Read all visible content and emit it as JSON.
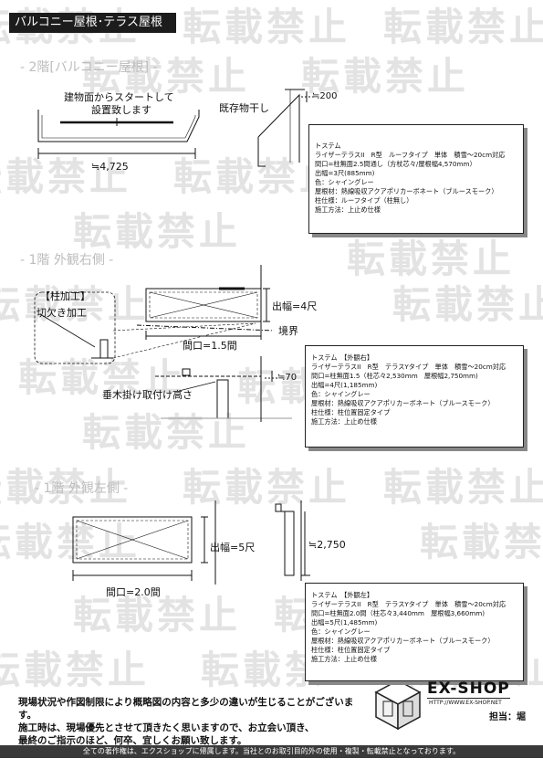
{
  "page_title": "バルコニー屋根･テラス屋根",
  "watermark_text": "転載禁止",
  "section_2f": {
    "label": "- 2階[バルコニー屋根] -",
    "note_line1": "建物面からスタートして",
    "note_line2": "設置致します",
    "width_dim": "≒4,725",
    "existing_label": "既存物干し",
    "height_dim": "≒200"
  },
  "spec_2f": [
    "トステム",
    "ライザーテラスII　R型　ルーフタイプ　単体　積雪～20cm対応",
    "間口=柱無面2.5間通し（方杖芯々/屋根幅4,570mm）",
    "出幅=3尺(885mm)",
    "色：シャイングレー",
    "屋根材：熱線吸収アクアポリカーボネート（ブルースモーク）",
    "柱仕様：ルーフタイプ（柱無し）",
    "施工方法：上止め仕様"
  ],
  "section_1f_right": {
    "label": "- 1階 外観右側 -",
    "pillar_label": "【柱加工】",
    "notch_label": "切欠き加工",
    "depth_dim": "出幅=4尺",
    "boundary_label": "境界",
    "width_dim": "間口=1.5間",
    "rafter_label": "垂木掛け取付け高さ",
    "height_dim": "≒70"
  },
  "spec_1f_right": [
    "トステム　【外観右】",
    "ライザーテラスII　R型　テラスYタイプ　単体　積雪～20cm対応",
    "間口=柱無面1.5（柱芯々2,530mm　屋根幅2,750mm)",
    "出幅=4尺(1,185mm)",
    "色：シャイングレー",
    "屋根材：熱線吸収アクアポリカーボネート（ブルースモーク）",
    "柱仕様：柱位置固定タイプ",
    "施工方法：上止め仕様"
  ],
  "section_1f_left": {
    "label": "- 1階 外観左側 -",
    "depth_dim": "出幅=5尺",
    "width_dim": "間口=2.0間",
    "height_dim": "≒2,750"
  },
  "spec_1f_left": [
    "トステム　【外観左】",
    "ライザーテラスII　R型　テラスYタイプ　単体　積雪～20cm対応",
    "間口=柱無面2.0間（柱芯々3,440mm　屋根幅3,660mm)",
    "出幅=5尺(1,485mm)",
    "色：シャイングレー",
    "屋根材：熱線吸収アクアポリカーボネート（ブルースモーク）",
    "柱仕様：柱位置固定タイプ",
    "施工方法：上止め仕様"
  ],
  "notice": [
    "現場状況や作図制限により概略図の内容と多少の違いが生じることがございます。",
    "施工時は、現場優先とさせて頂きたく思いますので、お立会い頂き、",
    "最終のご指示のほど、何卒、宜しくお願い致します。"
  ],
  "brand": {
    "name": "EX-SHOP",
    "url": "HTTP://WWW.EX-SHOP.NET",
    "staff": "担当：堀"
  },
  "footer": "全ての著作権は、エクスショップに帰属します。当社とのお取引目的外の使用・複製・転載禁止となっております。"
}
